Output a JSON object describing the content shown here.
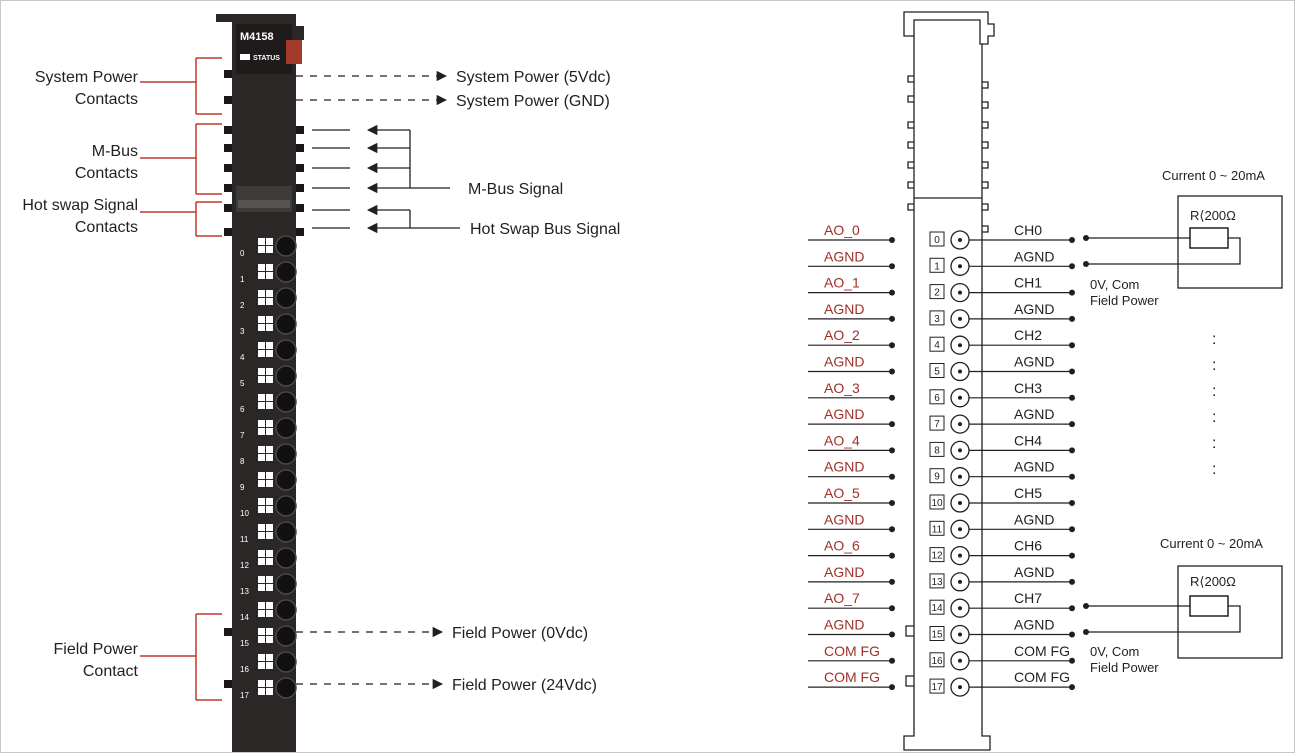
{
  "colors": {
    "red": "#c0392b",
    "dark": "#231f20",
    "label_red": "#a0302a",
    "module_bg": "#2b2727",
    "module_edge": "#111111"
  },
  "module": {
    "model": "M4158",
    "status": "STATUS",
    "terminals": [
      "0",
      "1",
      "2",
      "3",
      "4",
      "5",
      "6",
      "7",
      "8",
      "9",
      "10",
      "11",
      "12",
      "13",
      "14",
      "15",
      "16",
      "17"
    ]
  },
  "left_labels": {
    "system_power": [
      "System Power",
      "Contacts"
    ],
    "mbus": [
      "M-Bus",
      "Contacts"
    ],
    "hotswap": [
      "Hot swap Signal",
      "Contacts"
    ],
    "field_power": [
      "Field Power",
      "Contact"
    ]
  },
  "right_labels": {
    "sys5v": "System Power (5Vdc)",
    "sysgnd": "System Power (GND)",
    "mbus_signal": "M-Bus Signal",
    "hotswap_signal": "Hot Swap Bus Signal",
    "field0": "Field Power (0Vdc)",
    "field24": "Field Power (24Vdc)"
  },
  "wiring": {
    "left": [
      "AO_0",
      "AGND",
      "AO_1",
      "AGND",
      "AO_2",
      "AGND",
      "AO_3",
      "AGND",
      "AO_4",
      "AGND",
      "AO_5",
      "AGND",
      "AO_6",
      "AGND",
      "AO_7",
      "AGND",
      "COM FG",
      "COM FG"
    ],
    "right": [
      "CH0",
      "AGND",
      "CH1",
      "AGND",
      "CH2",
      "AGND",
      "CH3",
      "AGND",
      "CH4",
      "AGND",
      "CH5",
      "AGND",
      "CH6",
      "AGND",
      "CH7",
      "AGND",
      "COM FG",
      "COM FG"
    ],
    "numbers": [
      "0",
      "1",
      "2",
      "3",
      "4",
      "5",
      "6",
      "7",
      "8",
      "9",
      "10",
      "11",
      "12",
      "13",
      "14",
      "15",
      "16",
      "17"
    ],
    "load_top": {
      "current": "Current 0 ~ 20mA",
      "resistor": "R⟨200Ω",
      "com": [
        "0V, Com",
        "Field Power"
      ]
    },
    "load_bottom": {
      "current": "Current 0 ~ 20mA",
      "resistor": "R⟨200Ω",
      "com": [
        "0V, Com",
        "Field Power"
      ]
    },
    "dots": [
      ":",
      ":",
      ":",
      ":",
      ":",
      ":"
    ]
  }
}
